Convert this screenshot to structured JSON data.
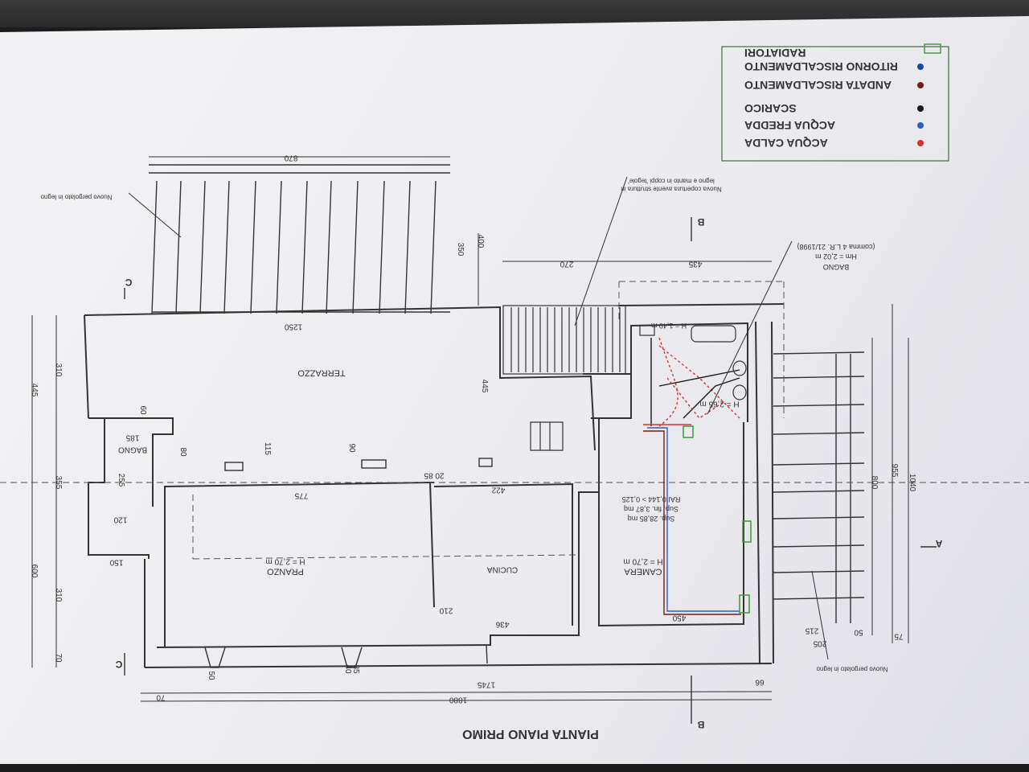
{
  "title": "PIANTA PIANO PRIMO",
  "legend": {
    "items": [
      {
        "label": "ACQUA CALDA",
        "color": "#d63030",
        "symbol": "dot"
      },
      {
        "label": "ACQUA FREDDA",
        "color": "#2a60c0",
        "symbol": "dot"
      },
      {
        "label": "SCARICO",
        "color": "#1a1a1a",
        "symbol": "dot"
      },
      {
        "label": "ANDATA RISCALDAMENTO",
        "color": "#7a1a1a",
        "symbol": "dot"
      },
      {
        "label": "RITORNO RISCALDAMENTO",
        "color": "#1a4a9a",
        "symbol": "dot"
      },
      {
        "label": "RADIATORI",
        "color": "#3a9a3a",
        "symbol": "rect"
      }
    ]
  },
  "rooms": {
    "terrazzo": "TERRAZZO",
    "pranzo": "PRANZO",
    "pranzo_h": "H = 2,70 m",
    "cucina": "CUCINA",
    "camera": "CAMERA",
    "camera_h": "H = 2,70 m",
    "camera_sup": "Sup. 28,85 mq",
    "camera_sup_fin": "Sup. fin. 3,87 mq",
    "camera_rai": "RAI 0,144 > 0,125",
    "bagno_small": "BAGNO",
    "bagno_main_h": "H = 2,65 m"
  },
  "notes": {
    "pergolato_top": "Nuovo pergolato in legno",
    "pergolato_bottom": "Nuovo pergolato in legno",
    "copertura_1": "Nuova copertura avente struttura in",
    "copertura_2": "legno e manto in coppi 'tegole'",
    "bagno_label": "BAGNO",
    "bagno_hm": "Hm = 2,02 m",
    "bagno_ref": "(comma 4 L.R. 21/1998)",
    "hm_stair": "H = 1,40 m"
  },
  "dimensions": {
    "d870": "870",
    "d1250": "1250",
    "d445a": "445",
    "d445b": "445",
    "d310a": "310",
    "d310b": "310",
    "d355": "355",
    "d600": "600",
    "d70a": "70",
    "d70b": "70",
    "d150": "150",
    "d120": "120",
    "d775": "775",
    "d422": "422",
    "d436": "436",
    "d210": "210",
    "d450": "450",
    "d1745": "1745",
    "d1880": "1880",
    "d66": "66",
    "d205": "205",
    "d215": "215",
    "d50": "50",
    "d75": "75",
    "d800": "800",
    "d955": "955",
    "d1040": "1040",
    "d400": "400",
    "d350": "350",
    "d270": "270",
    "d435": "435",
    "d185": "185",
    "d255": "255",
    "d60": "60",
    "d80": "80",
    "d90": "90",
    "d115": "115",
    "d2085": "20 85",
    "d40": "40",
    "d35": "35",
    "d50b": "50"
  },
  "section_marks": {
    "a": "A",
    "b": "B",
    "c": "C"
  }
}
